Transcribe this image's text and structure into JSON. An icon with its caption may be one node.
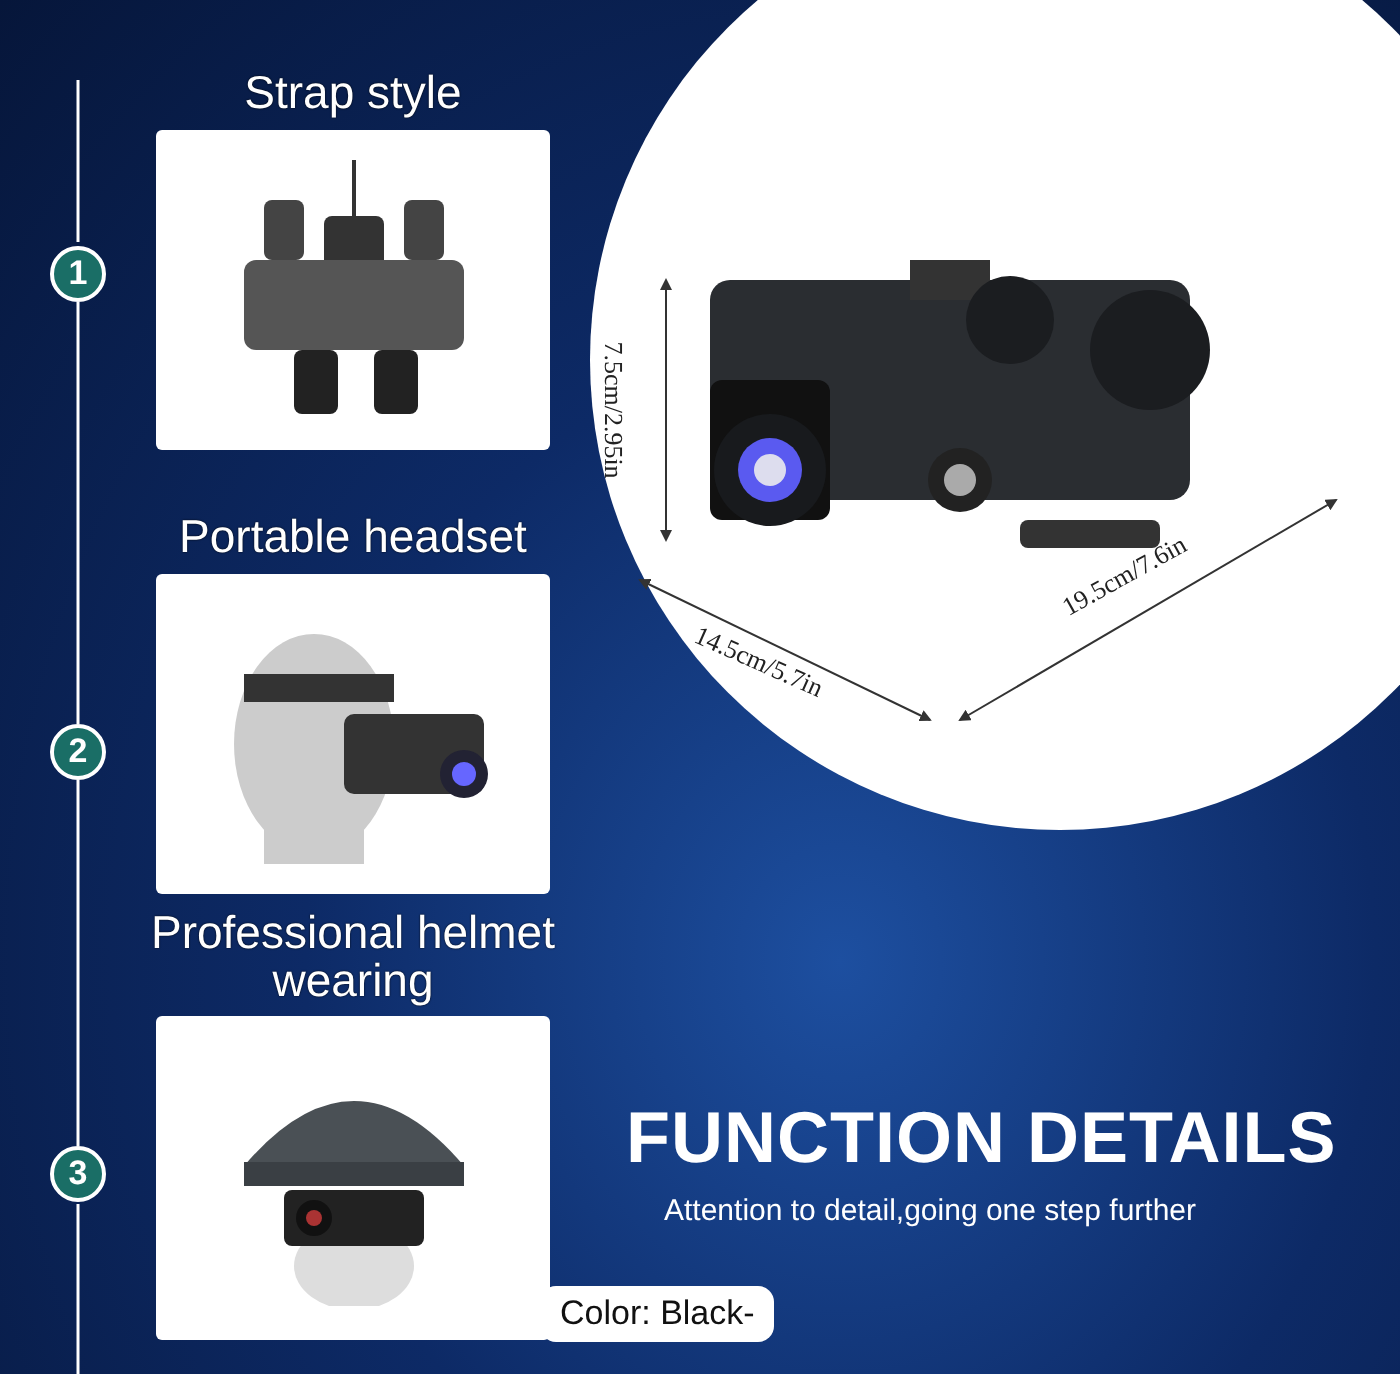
{
  "diagram": {
    "title": "FUNCTION DETAILS",
    "nodes": [
      {
        "text": [
          "Strap style"
        ]
      },
      {
        "text": [
          "Portable headset"
        ]
      },
      {
        "text": [
          "Professional helmet wearing"
        ]
      },
      {
        "text": [
          "1"
        ]
      },
      {
        "text": [
          "2"
        ]
      },
      {
        "text": [
          "3"
        ]
      }
    ],
    "edges": [
      {
        "from": 3,
        "to": 4,
        "arrow": "none"
      },
      {
        "from": 4,
        "to": 5,
        "arrow": "none"
      }
    ],
    "labels": [
      "7.5cm/2.95in",
      "14.5cm/5.7in",
      "19.5cm/7.6in",
      "Attention to detail,going one step further",
      "Color: Black-"
    ]
  }
}
